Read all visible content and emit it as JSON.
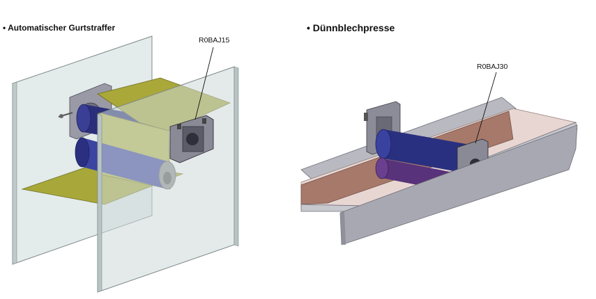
{
  "left": {
    "title": "• Automatischer Gurtstraffer",
    "part_label": "R0BAJ15"
  },
  "right": {
    "title": "• Dünnblechpresse",
    "part_label": "R0BAJ30"
  }
}
